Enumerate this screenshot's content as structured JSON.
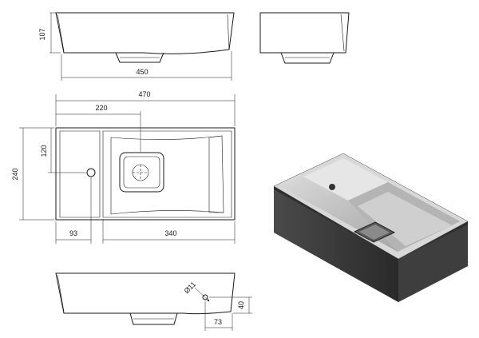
{
  "dimensions": {
    "top_left_height": "107",
    "top_left_width": "450",
    "plan_total_width": "470",
    "plan_tap_offset": "220",
    "plan_height": "240",
    "plan_hole_y": "120",
    "plan_hole_x": "93",
    "plan_bowl_width": "340",
    "side_hole_diameter": "Ø11",
    "side_hole_height": "40",
    "side_hole_offset": "73"
  },
  "colors": {
    "line": "#1a1a1a",
    "shade_dark": "#3a3a3a",
    "shade_light": "#c8c8c8"
  }
}
